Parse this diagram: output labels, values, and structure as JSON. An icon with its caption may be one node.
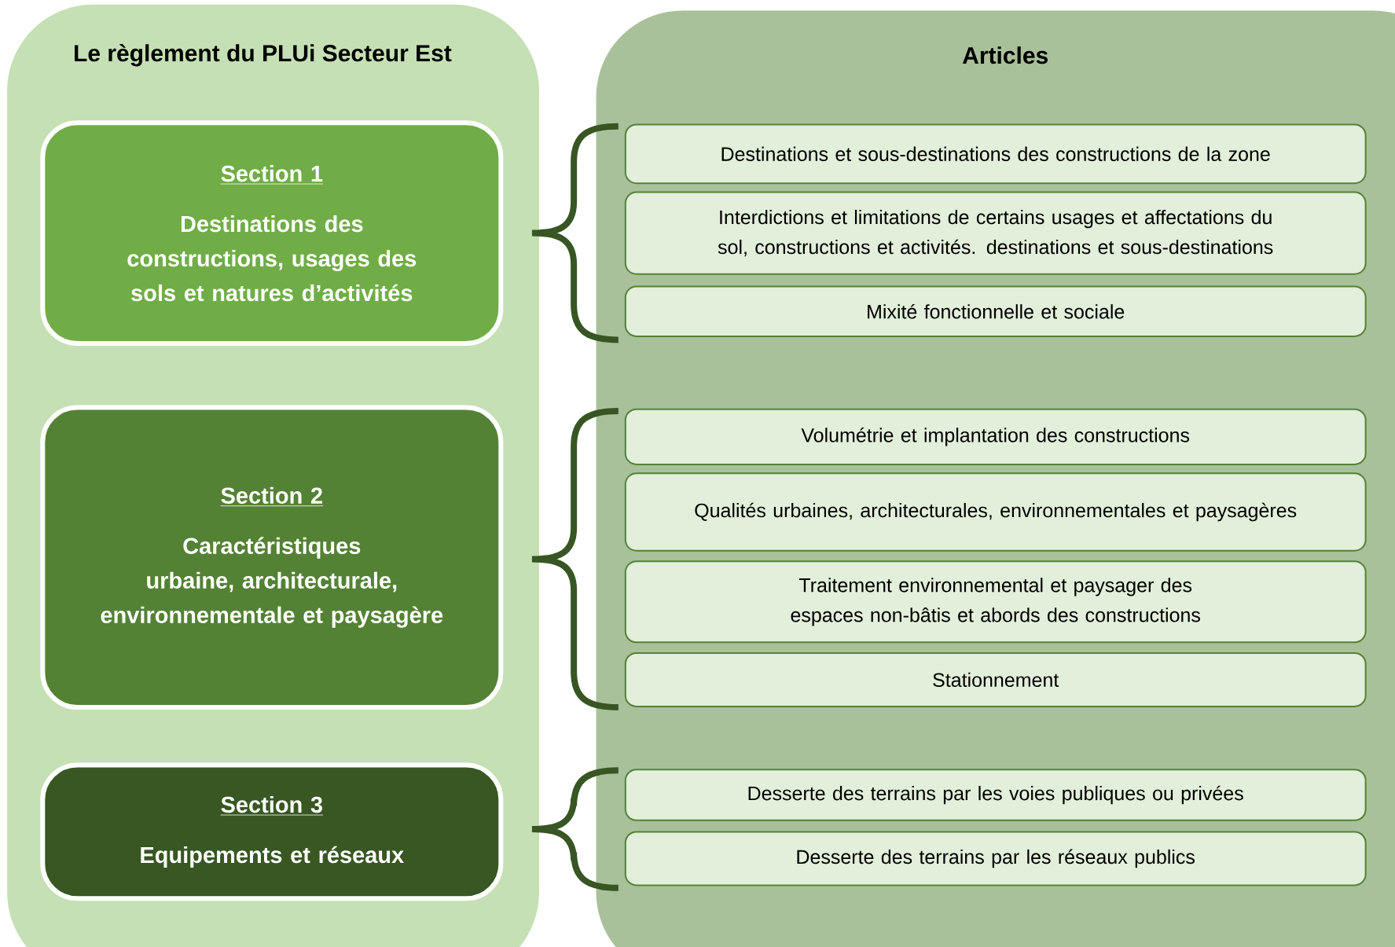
{
  "diagram": {
    "nodes": [
      {
        "text": [
          "Le règlement du PLUi Secteur Est"
        ]
      },
      {
        "text": [
          "Section 1",
          "Destinations des constructions, usages des sols et natures d’activités"
        ],
        "in": 0
      },
      {
        "text": [
          "Section 2",
          "Caractéristiques urbaine, architecturale, environnementale et paysagère"
        ],
        "in": 0
      },
      {
        "text": [
          "Section 3",
          "Equipements et réseaux"
        ],
        "in": 0
      },
      {
        "text": [
          "Articles"
        ]
      },
      {
        "text": [
          "Destinations et sous-destinations des constructions de la zone"
        ],
        "in": 4
      },
      {
        "text": [
          "Interdictions et limitations de certains usages et affectations du sol, constructions et activités. destinations et sous-destinations"
        ],
        "in": 4
      },
      {
        "text": [
          "Mixité fonctionnelle et sociale"
        ],
        "in": 4
      },
      {
        "text": [
          "Volumétrie et implantation des constructions"
        ],
        "in": 4
      },
      {
        "text": [
          "Qualités urbaines, architecturales, environnementales et paysagères"
        ],
        "in": 4
      },
      {
        "text": [
          "Traitement environnemental et paysager des espaces non-bâtis et abords des constructions"
        ],
        "in": 4
      },
      {
        "text": [
          "Stationnement"
        ],
        "in": 4
      },
      {
        "text": [
          "Desserte des terrains par les voies publiques ou privées"
        ],
        "in": 4
      },
      {
        "text": [
          "Desserte des terrains par les réseaux publics"
        ],
        "in": 4
      }
    ]
  }
}
